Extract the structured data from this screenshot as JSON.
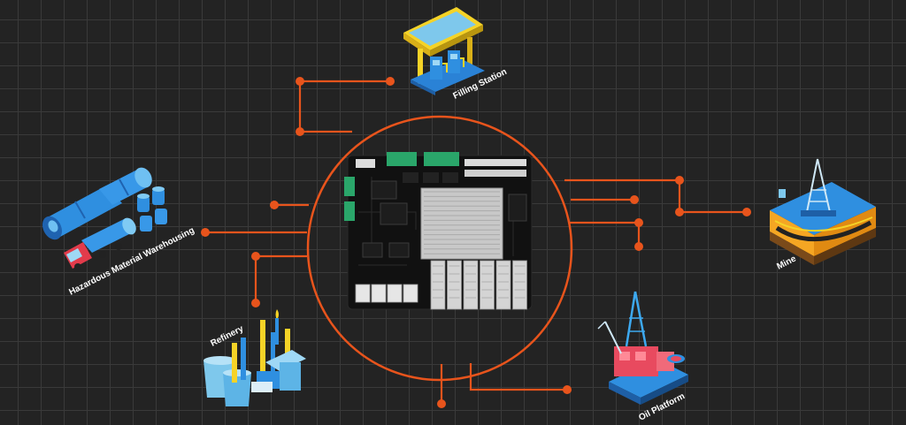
{
  "labels": {
    "filling_station": "Filling Station",
    "hazardous": "Hazardous Material Warehousing",
    "refinery": "Refinery",
    "mine": "Mine",
    "oil_platform": "Oil Platform"
  },
  "colors": {
    "background": "#232323",
    "grid": "#3a3a3a",
    "connector": "#e8541c",
    "board": "#111111",
    "heatsink": "#c8c8c8",
    "label": "#ffffff"
  }
}
